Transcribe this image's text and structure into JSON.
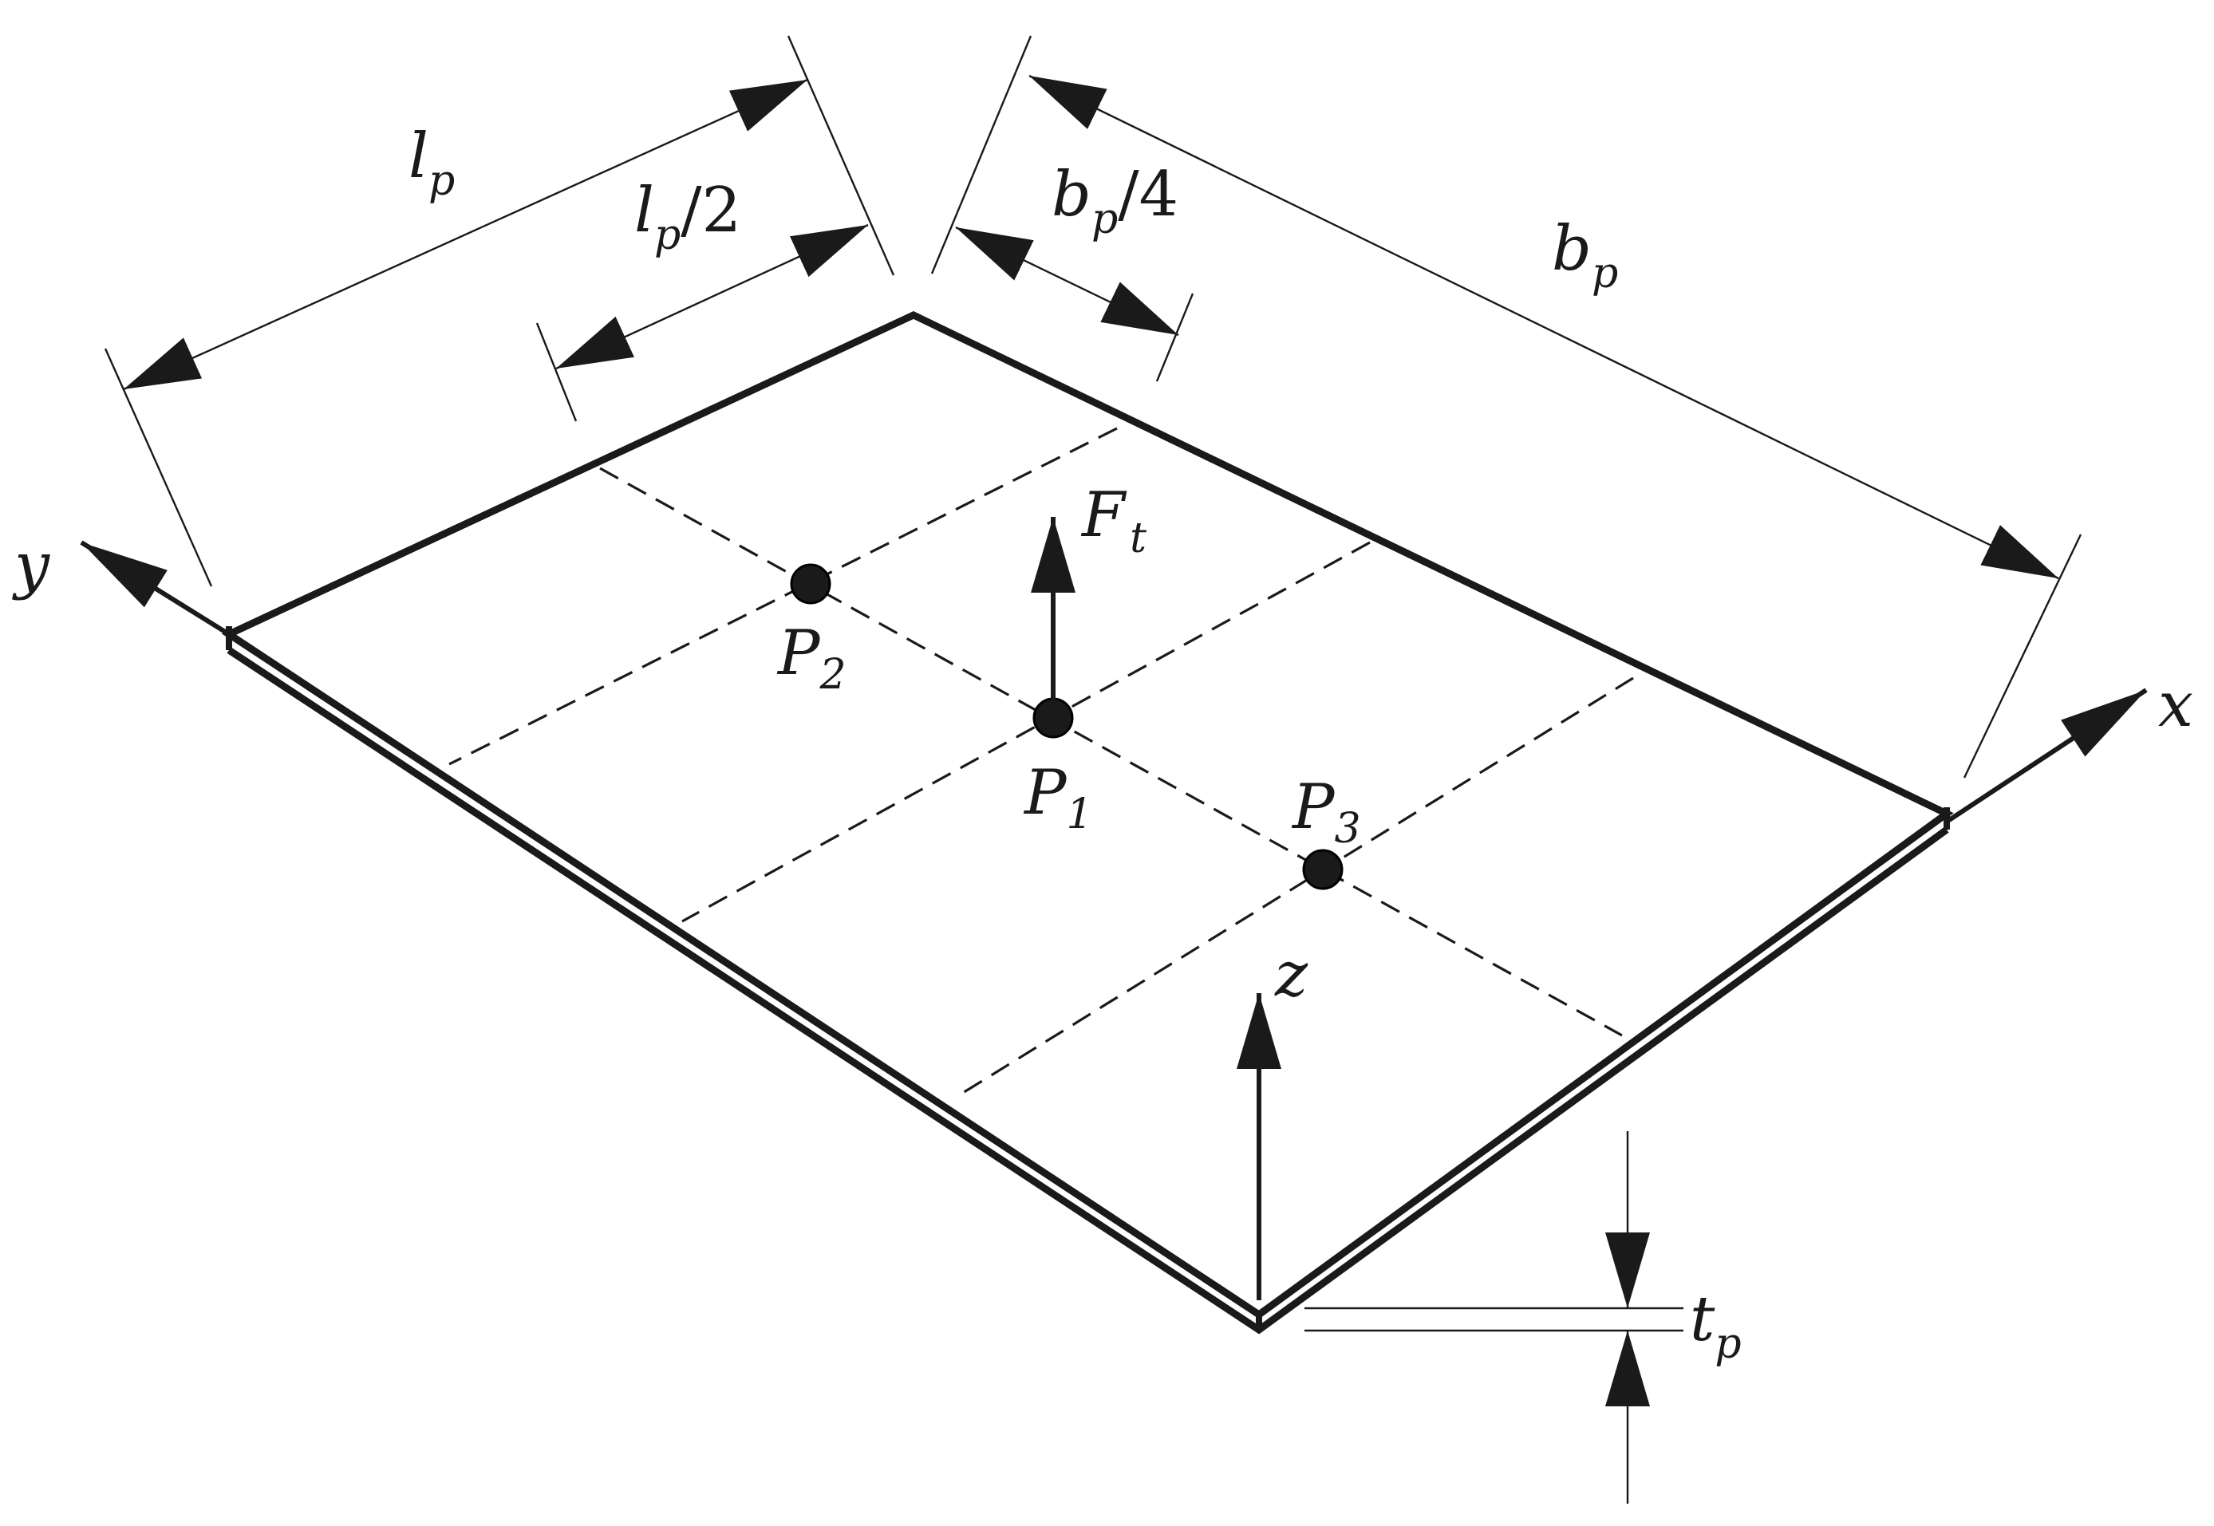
{
  "colors": {
    "ink": "#1a1a1a",
    "background": "#ffffff"
  },
  "axes": {
    "x": "x",
    "y": "y",
    "z": "z"
  },
  "dimensions": {
    "lp": {
      "main": "l",
      "sub": "p"
    },
    "lp_half": {
      "main": "l",
      "sub": "p",
      "suffix": "/2"
    },
    "bp": {
      "main": "b",
      "sub": "p"
    },
    "bp_quarter": {
      "main": "b",
      "sub": "p",
      "suffix": "/4"
    },
    "tp": {
      "main": "t",
      "sub": "p"
    }
  },
  "force": {
    "main": "F",
    "sub": "t"
  },
  "points": [
    {
      "main": "P",
      "sub": "1"
    },
    {
      "main": "P",
      "sub": "2"
    },
    {
      "main": "P",
      "sub": "3"
    }
  ]
}
